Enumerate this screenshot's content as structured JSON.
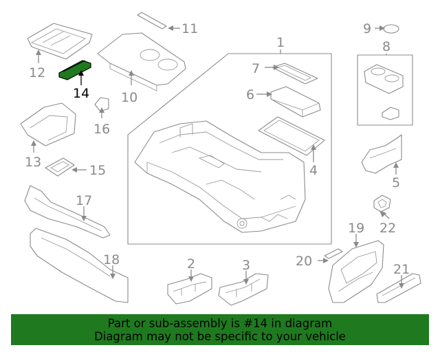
{
  "callouts": {
    "c1": "1",
    "c2": "2",
    "c3": "3",
    "c4": "4",
    "c5": "5",
    "c6": "6",
    "c7": "7",
    "c8": "8",
    "c9": "9",
    "c10": "10",
    "c11": "11",
    "c12": "12",
    "c13": "13",
    "c14": "14",
    "c15": "15",
    "c16": "16",
    "c17": "17",
    "c18": "18",
    "c19": "19",
    "c20": "20",
    "c21": "21",
    "c22": "22"
  },
  "highlighted_part": "14",
  "colors": {
    "highlight": "#1f7a1f",
    "line": "#8a8a8a",
    "banner_text": "#000000"
  },
  "banner": {
    "line1": "Part or sub-assembly is #14 in diagram",
    "line2": "Diagram may not be specific to your vehicle"
  }
}
